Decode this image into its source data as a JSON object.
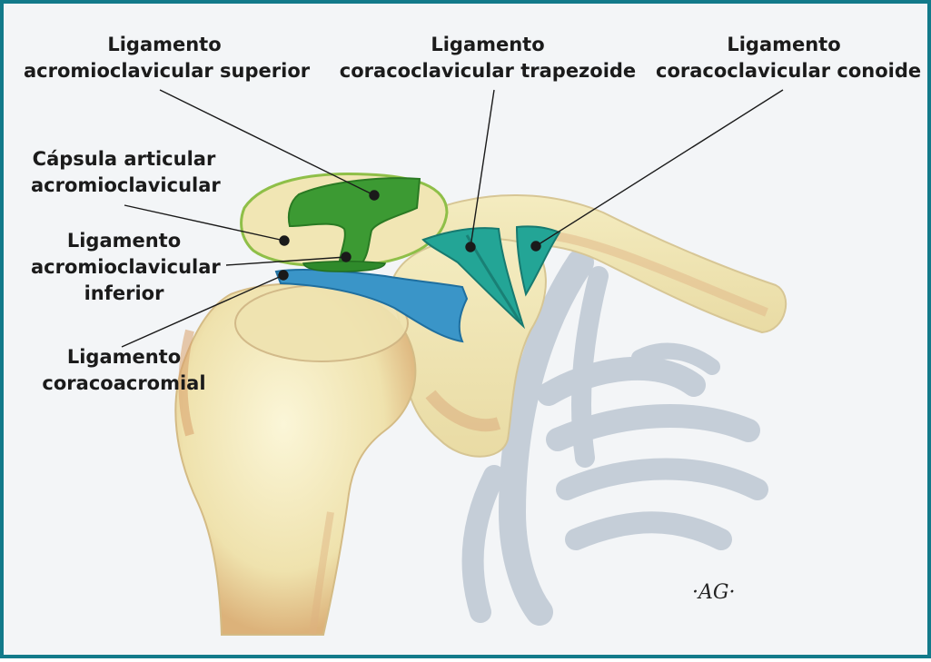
{
  "labels": {
    "ac_superior": {
      "line1": "Ligamento",
      "line2": "acromioclavicular superior"
    },
    "trapezoid": {
      "line1": "Ligamento",
      "line2": "coracoclavicular trapezoide"
    },
    "conoid": {
      "line1": "Ligamento",
      "line2": "coracoclavicular conoide"
    },
    "capsule": {
      "line1": "Cápsula articular",
      "line2": "acromioclavicular"
    },
    "ac_inferior": {
      "line1": "Ligamento",
      "line2": "acromioclavicular",
      "line3": "inferior"
    },
    "coracoacromial": {
      "line1": "Ligamento",
      "line2": "coracoacromial"
    }
  },
  "signature": "·AG·",
  "colors": {
    "frame": "#127a8a",
    "bone": "#f0e6b4",
    "bone_shadow": "#d9b27c",
    "rib": "#c9d1da",
    "ligament_green": "#3f9a35",
    "ligament_teal": "#1fa597",
    "ligament_blue": "#2e8ec4"
  }
}
